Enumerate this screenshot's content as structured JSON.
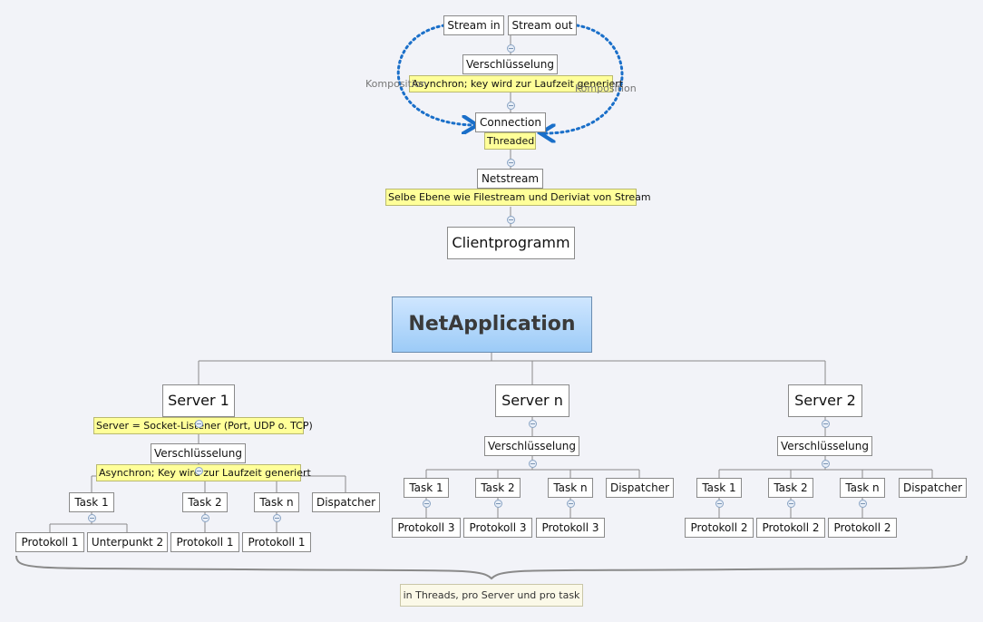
{
  "top": {
    "stream_in": "Stream in",
    "stream_out": "Stream out",
    "encryption": "Verschlüsselung",
    "encryption_note": "Asynchron; key wird zur Laufzeit generiert",
    "connection": "Connection",
    "connection_note": "Threaded",
    "netstream": "Netstream",
    "netstream_note": "Selbe Ebene wie Filestream und Deriviat von Stream",
    "client": "Clientprogramm",
    "relation_left": "Komposition",
    "relation_right": "Komposition"
  },
  "root": "NetApplication",
  "server1": {
    "title": "Server 1",
    "note": "Server = Socket-Listener (Port, UDP o. TCP)",
    "encryption": "Verschlüsselung",
    "encryption_note": "Asynchron; Key wird zur Laufzeit generiert",
    "task1": "Task 1",
    "task2": "Task 2",
    "taskn": "Task n",
    "dispatcher": "Dispatcher",
    "t1_protocol": "Protokoll 1",
    "t1_subpoint": "Unterpunkt 2",
    "t2_protocol": "Protokoll 1",
    "tn_protocol": "Protokoll 1"
  },
  "servern": {
    "title": "Server n",
    "encryption": "Verschlüsselung",
    "task1": "Task 1",
    "task2": "Task 2",
    "taskn": "Task n",
    "dispatcher": "Dispatcher",
    "t1_protocol": "Protokoll 3",
    "t2_protocol": "Protokoll 3",
    "tn_protocol": "Protokoll 3"
  },
  "server2": {
    "title": "Server 2",
    "encryption": "Verschlüsselung",
    "task1": "Task 1",
    "task2": "Task 2",
    "taskn": "Task n",
    "dispatcher": "Dispatcher",
    "t1_protocol": "Protokoll 2",
    "t2_protocol": "Protokoll 2",
    "tn_protocol": "Protokoll 2"
  },
  "summary": "in Threads, pro Server und pro task",
  "colors": {
    "relationship": "#1a6fc9",
    "note": "#ffff99",
    "root_fill": "#9ccbf7",
    "connector": "#8a8a8a"
  }
}
